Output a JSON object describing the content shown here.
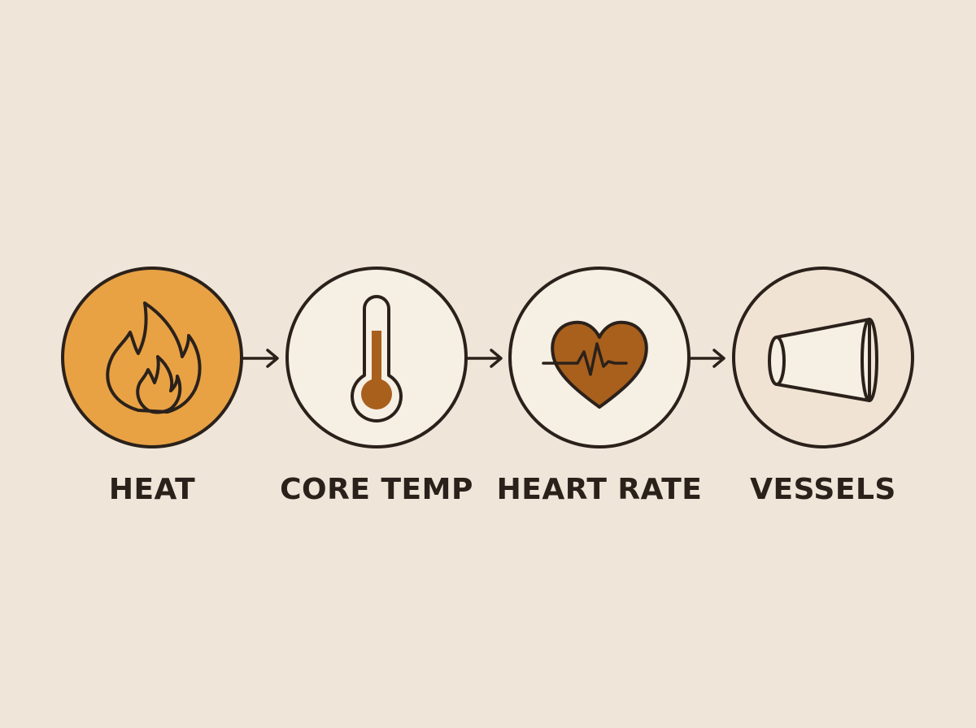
{
  "colors": {
    "background": "#efe5d8",
    "outline": "#2b211b",
    "heat_fill": "#e8a244",
    "brown_fill": "#a8601c",
    "neutral_fill": "#f6efe4",
    "vessels_fill": "#f1e3d4"
  },
  "steps": [
    {
      "label": "HEAT",
      "icon": "flame-icon"
    },
    {
      "label": "CORE TEMP",
      "icon": "thermometer-icon"
    },
    {
      "label": "HEART RATE",
      "icon": "heart-pulse-icon"
    },
    {
      "label": "VESSELS",
      "icon": "blood-vessel-icon"
    }
  ],
  "connectors": [
    "arrow-right-icon",
    "arrow-right-icon",
    "arrow-right-icon"
  ]
}
